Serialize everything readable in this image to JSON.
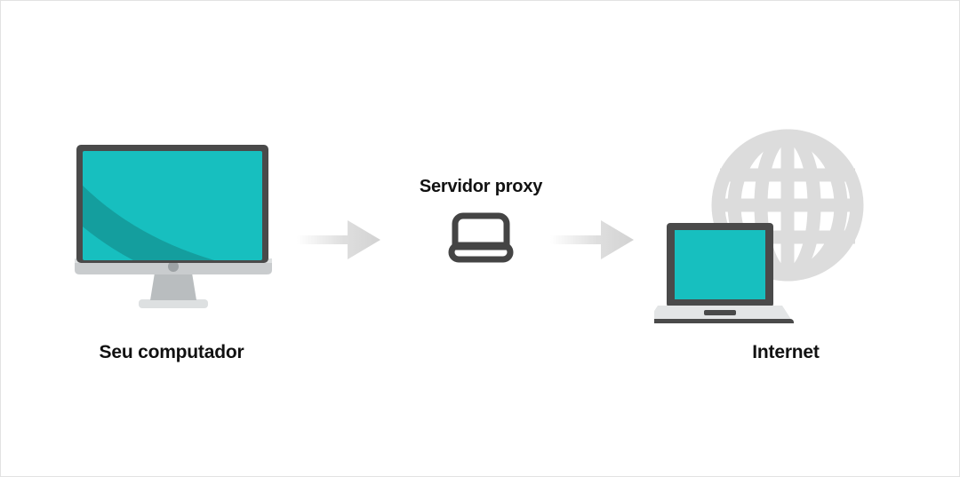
{
  "diagram": {
    "title": "Proxy server connection flow",
    "background_color": "#ffffff",
    "border_color": "#e2e2e2",
    "nodes": [
      {
        "id": "computer",
        "label": "Seu computador",
        "icon": "desktop-monitor-icon",
        "screen_color": "#17BFBF",
        "screen_accent_color": "#149E9E",
        "bezel_color": "#4A4A4A",
        "stand_color": "#C9CCCE"
      },
      {
        "id": "proxy",
        "label": "Servidor proxy",
        "icon": "laptop-outline-icon",
        "outline_color": "#444444"
      },
      {
        "id": "internet",
        "label": "Internet",
        "icon": "globe-icon",
        "globe_color": "#DCDCDC",
        "laptop_screen_color": "#17BFBF",
        "laptop_bezel_color": "#4A4A4A",
        "laptop_deck_color": "#E3E5E6"
      }
    ],
    "arrows": [
      {
        "id": "arrow-one",
        "from": "computer",
        "to": "proxy",
        "direction": "right",
        "color": "#D4D4D4"
      },
      {
        "id": "arrow-two",
        "from": "proxy",
        "to": "internet",
        "direction": "right",
        "color": "#D4D4D4"
      }
    ]
  }
}
